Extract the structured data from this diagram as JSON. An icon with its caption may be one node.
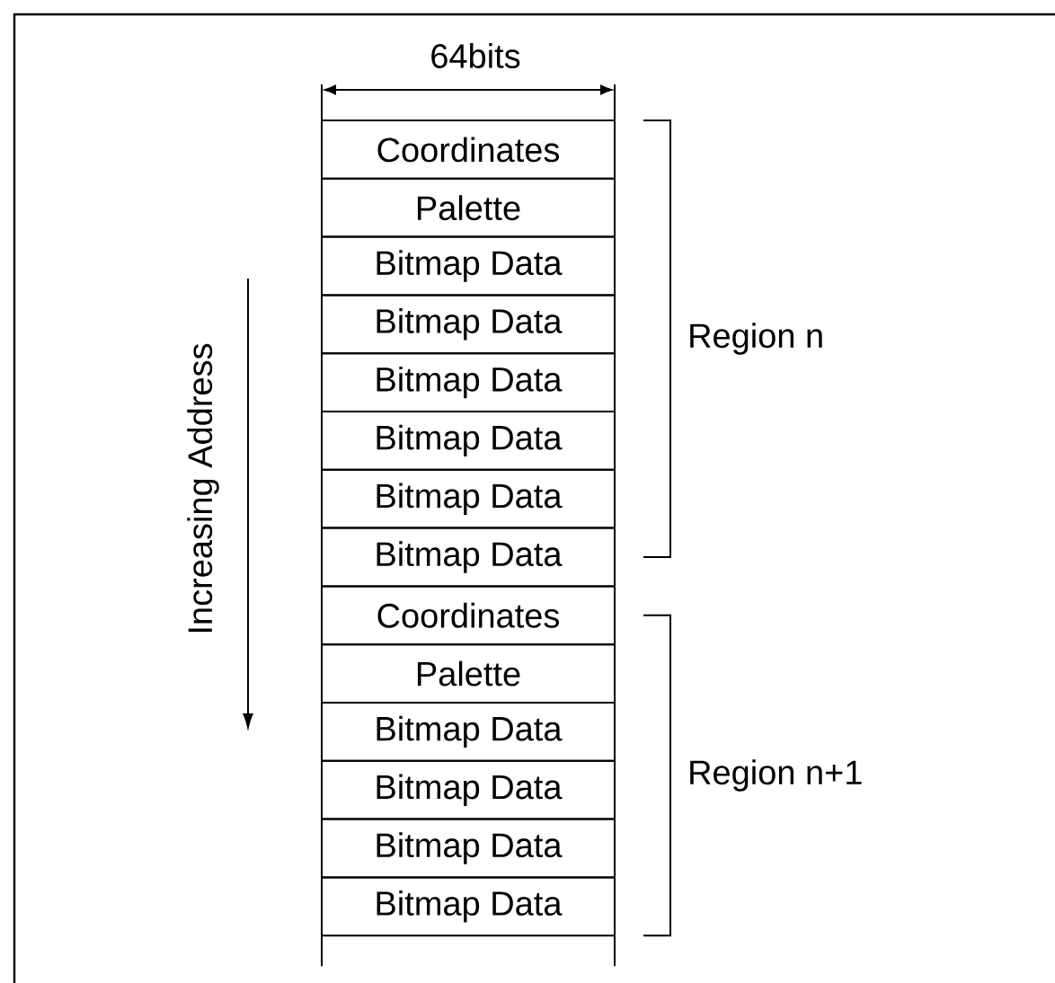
{
  "diagram": {
    "nodes": [
      {
        "text": [
          "Coordinates"
        ]
      },
      {
        "text": [
          "Palette"
        ]
      },
      {
        "text": [
          "Bitmap Data"
        ]
      },
      {
        "text": [
          "Bitmap Data"
        ]
      },
      {
        "text": [
          "Bitmap Data"
        ]
      },
      {
        "text": [
          "Bitmap Data"
        ]
      },
      {
        "text": [
          "Bitmap Data"
        ]
      },
      {
        "text": [
          "Bitmap Data"
        ]
      },
      {
        "text": [
          "Coordinates"
        ]
      },
      {
        "text": [
          "Palette"
        ]
      },
      {
        "text": [
          "Bitmap Data"
        ]
      },
      {
        "text": [
          "Bitmap Data"
        ]
      },
      {
        "text": [
          "Bitmap Data"
        ]
      },
      {
        "text": [
          "Bitmap Data"
        ]
      }
    ],
    "labels": [
      "64bits",
      "Increasing Address",
      "Region n",
      "Region n+1"
    ]
  }
}
